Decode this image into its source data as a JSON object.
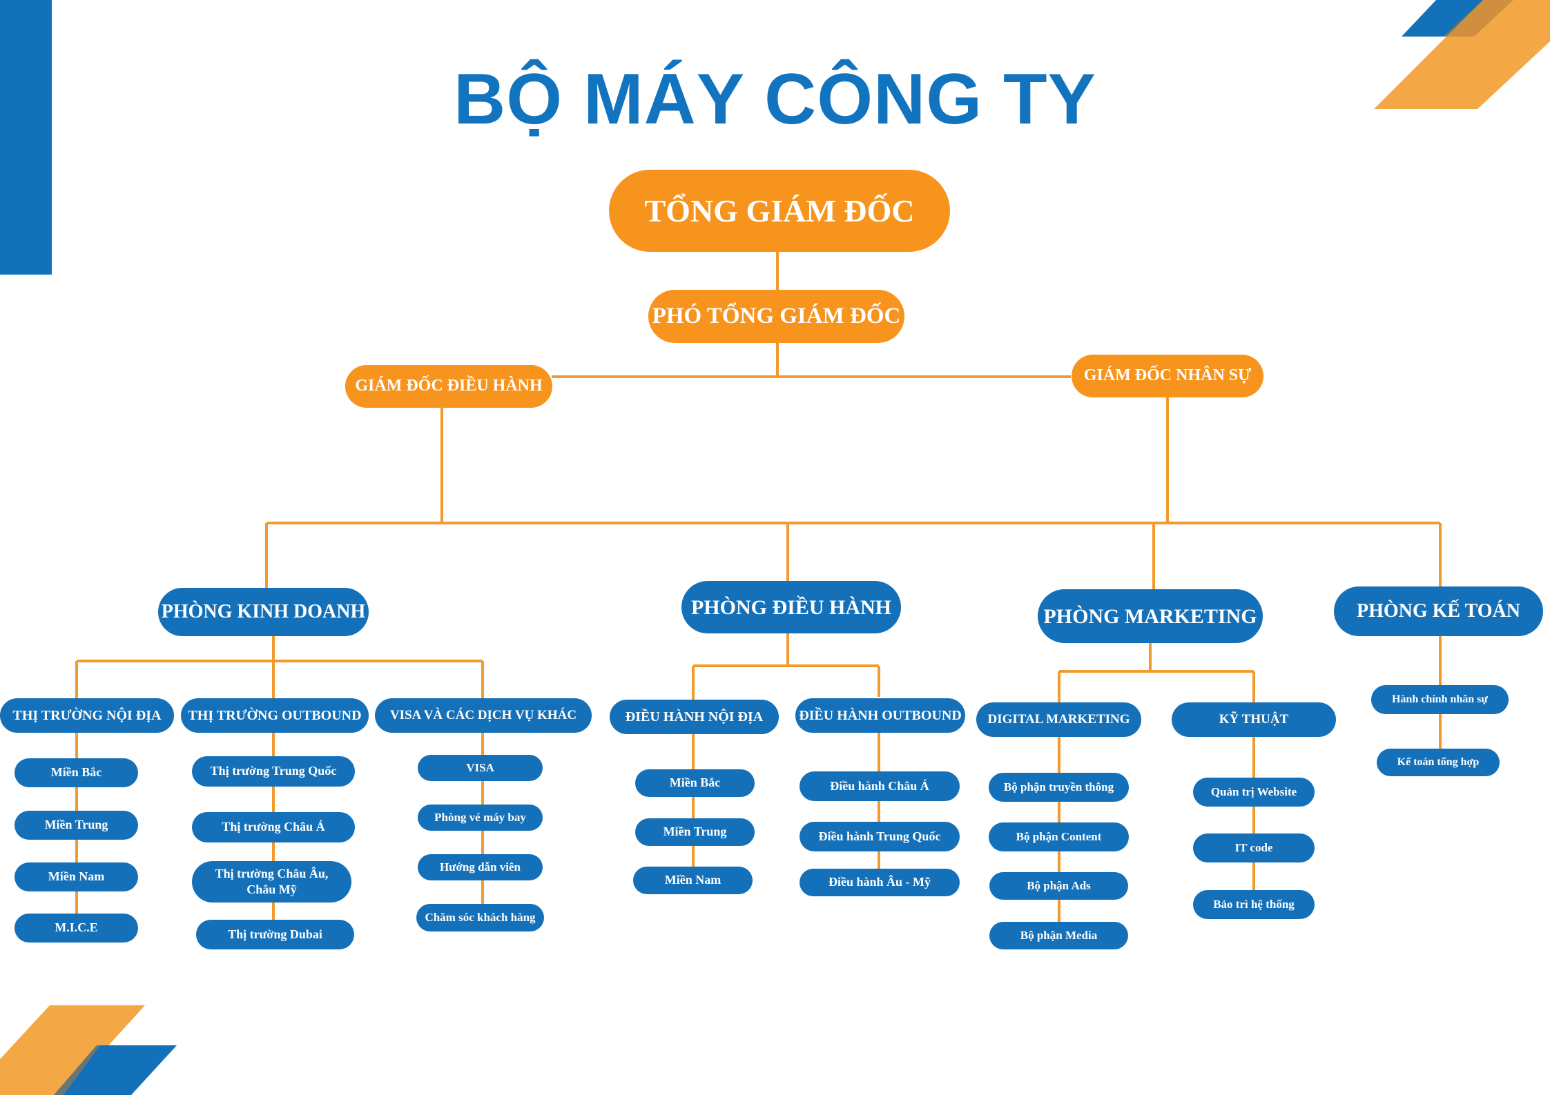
{
  "title": "BỘ MÁY CÔNG TY",
  "colors": {
    "orange": "#f7941d",
    "blue": "#1370b9",
    "title_blue": "#1273be",
    "connector": "#f39a2c",
    "deco_orange": "#f4a845",
    "deco_blue": "#1271b9"
  },
  "executives": {
    "ceo": "TỔNG GIÁM ĐỐC",
    "deputy_ceo": "PHÓ TỔNG GIÁM ĐỐC",
    "operations_director": "GIÁM ĐỐC ĐIỀU HÀNH",
    "hr_director": "GIÁM ĐỐC NHÂN SỰ"
  },
  "departments": {
    "sales": {
      "name": "PHÒNG KINH DOANH",
      "groups": [
        {
          "name": "THỊ TRƯỜNG NỘI ĐỊA",
          "items": [
            "Miền Bắc",
            "Miền Trung",
            "Miền Nam",
            "M.I.C.E"
          ]
        },
        {
          "name": "THỊ TRƯỜNG OUTBOUND",
          "items": [
            "Thị trường Trung Quốc",
            "Thị trường Châu Á",
            "Thị trường Châu Âu,\nChâu Mỹ",
            "Thị trường Dubai"
          ]
        },
        {
          "name": "VISA VÀ CÁC DỊCH VỤ KHÁC",
          "items": [
            "VISA",
            "Phòng vé máy bay",
            "Hướng dẫn viên",
            "Chăm sóc khách hàng"
          ]
        }
      ]
    },
    "operations": {
      "name": "PHÒNG ĐIỀU HÀNH",
      "groups": [
        {
          "name": "ĐIỀU HÀNH NỘI ĐỊA",
          "items": [
            "Miền Bắc",
            "Miền Trung",
            "Miền Nam"
          ]
        },
        {
          "name": "ĐIỀU HÀNH OUTBOUND",
          "items": [
            "Điều hành Châu Á",
            "Điều hành Trung Quốc",
            "Điều hành Âu - Mỹ"
          ]
        }
      ]
    },
    "marketing": {
      "name": "PHÒNG MARKETING",
      "groups": [
        {
          "name": "DIGITAL MARKETING",
          "items": [
            "Bộ phận truyền thông",
            "Bộ phận Content",
            "Bộ phận Ads",
            "Bộ phận Media"
          ]
        },
        {
          "name": "KỸ THUẬT",
          "items": [
            "Quản trị Website",
            "IT code",
            "Bảo trì hệ thống"
          ]
        }
      ]
    },
    "accounting": {
      "name": "PHÒNG KẾ TOÁN",
      "items": [
        "Hành chính nhân sự",
        "Kế toán tổng hợp"
      ]
    }
  }
}
